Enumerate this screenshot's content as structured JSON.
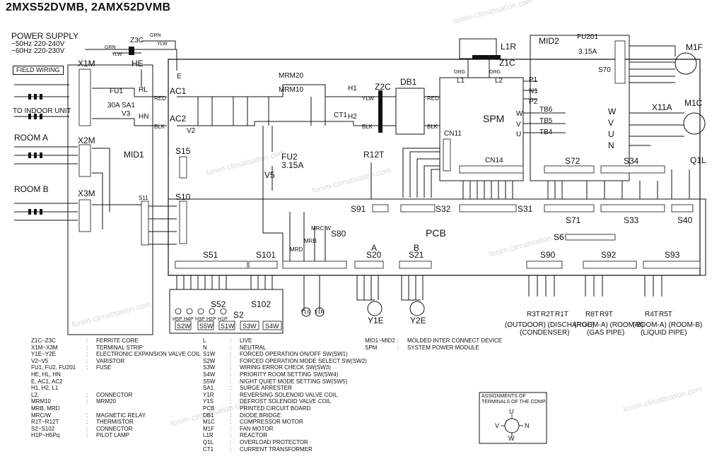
{
  "title": "2MXS52DVMB, 2AMX52DVMB",
  "watermark": "fonim-climatisation.com",
  "labels": {
    "power_supply": "POWER SUPPLY",
    "freq1": "~50Hz 220-240V",
    "freq2": "~60Hz 220-230V",
    "field_wiring": "FIELD WIRING",
    "to_indoor": "TO INDOOR UNIT",
    "room_a": "ROOM A",
    "room_b": "ROOM B",
    "x1m": "X1M",
    "x2m": "X2M",
    "x3m": "X3M",
    "mid1": "MID1",
    "mid2": "MID2",
    "he": "HE",
    "hl": "HL",
    "hn": "HN",
    "fu1": "FU1",
    "fu1_val": "30A",
    "sa1": "SA1",
    "v3": "V3",
    "e": "E",
    "ac1": "AC1",
    "ac2": "AC2",
    "v2": "V2",
    "red": "RED",
    "blk": "BLK",
    "z3c": "Z3C",
    "grn": "GRN",
    "ylw": "YLW",
    "mrm20": "MRM20",
    "mrm10": "MRM10",
    "h1": "H1",
    "h2": "H2",
    "ct1": "CT1",
    "z2c": "Z2C",
    "db1": "DB1",
    "l1r": "L1R",
    "z1c": "Z1C",
    "l1": "L1",
    "l2": "L2",
    "org": "ORG",
    "spm": "SPM",
    "cn11": "CN11",
    "cn14": "CN14",
    "fu201": "FU201",
    "fu201_val": "3.15A",
    "fu2": "FU2",
    "fu2_val": "3.15A",
    "s15": "S15",
    "s10": "S10",
    "s11": "S11",
    "v5": "V5",
    "r12t": "R12T",
    "s91": "S91",
    "s32": "S32",
    "s31": "S31",
    "s72": "S72",
    "s34": "S34",
    "s71": "S71",
    "s33": "S33",
    "s40": "S40",
    "s6": "S6",
    "s70": "S70",
    "s80": "S80",
    "pcb": "PCB",
    "s51": "S51",
    "s101": "S101",
    "s20": "S20",
    "s21": "S21",
    "s90": "S90",
    "s92": "S92",
    "s93": "S93",
    "s52": "S52",
    "s2": "S2",
    "s102": "S102",
    "m1f": "M1F",
    "m1c": "M1C",
    "x11a": "X11A",
    "q1l": "Q1L",
    "y1e": "Y1E",
    "y2e": "Y2E",
    "y1s": "Y1S",
    "y1r": "Y1R",
    "mrb": "MRB",
    "mrd": "MRD",
    "mrc_w": "MRC W",
    "a": "A",
    "b": "B",
    "p1": "P1",
    "n1": "N1",
    "p2": "P2",
    "tb6": "TB6",
    "tb5": "TB5",
    "tb4": "TB4",
    "w": "W",
    "v": "V",
    "u": "U",
    "n": "N",
    "r3t": "R3T",
    "r2t": "R2T",
    "r1t": "R1T",
    "r8t": "R8T",
    "r9t": "R9T",
    "r4t": "R4T",
    "r5t": "R5T",
    "outdoor": "(OUTDOOR) (DISCHARGE)",
    "condenser": "(CONDENSER)",
    "room_a_b1": "(ROOM-A) (ROOM-B)",
    "gas_pipe": "(GAS PIPE)",
    "room_a_b2": "(ROOM-A) (ROOM-B)",
    "liquid_pipe": "(LIQUID PIPE)",
    "h_leds": [
      "H5P",
      "H4P",
      "H3P",
      "H2P",
      "H1P"
    ],
    "sw_labels": [
      "S2W",
      "S5W",
      "S1W",
      "S3W",
      "S4W"
    ],
    "comp_title1": "ASSIGNMENTS OF",
    "comp_title2": "TERMINALS OF THE COMP.",
    "comp_u": "U",
    "comp_v": "V",
    "comp_w": "W"
  },
  "legend_col1": [
    [
      "Z1C~Z3C",
      "FERRITE CORE"
    ],
    [
      "X1M~X3M",
      "TERMINAL STRIP"
    ],
    [
      "Y1E~Y2E",
      "ELECTRONIC EXPANSION VALVE COIL"
    ],
    [
      "V2~V5",
      "VARISTOR"
    ],
    [
      "FU1, FU2, FU201",
      "FUSE"
    ],
    [
      "HE, HL, HN",
      ""
    ],
    [
      "E, AC1, AC2",
      ""
    ],
    [
      "H1, H2, L1",
      ""
    ],
    [
      "L2,",
      "CONNECTOR"
    ],
    [
      "MRM10",
      "MRM20"
    ],
    [
      "MRB, MRD",
      ""
    ],
    [
      "MRC/W",
      "MAGNETIC RELAY"
    ],
    [
      "R1T~R12T",
      "THERMISTOR"
    ],
    [
      "S2~S102",
      "CONNECTOR"
    ],
    [
      "H1P~H5Pq",
      "PILOT LAMP"
    ]
  ],
  "legend_col2": [
    [
      "L",
      "LIVE"
    ],
    [
      "N",
      "NEUTRAL"
    ],
    [
      "S1W",
      "FORCED OPERATION ON/OFF SW(SW1)"
    ],
    [
      "S2W",
      "FORCED OPERATION MODE SELECT SW(SW2)"
    ],
    [
      "S3W",
      "WIRING ERROR CHECK SW(SW3)"
    ],
    [
      "S4W",
      "PRIORITY ROOM SETTING SW(SW4)"
    ],
    [
      "S5W",
      "NIGHT QUIET MODE SETTING SW(SW5)"
    ],
    [
      "SA1",
      "SURGE ARRESTER"
    ],
    [
      "Y1R",
      "REVERSING SOLENOID VALVE COIL"
    ],
    [
      "Y1S",
      "DEFROST SOLENOID VALVE COIL"
    ],
    [
      "PCB",
      "PRINTED CIRCUIT BOARD"
    ],
    [
      "DB1",
      "DIODE BRIDGE"
    ],
    [
      "M1C",
      "COMPRESSOR MOTOR"
    ],
    [
      "M1F",
      "FAN MOTOR"
    ],
    [
      "L1R",
      "REACTOR"
    ],
    [
      "Q1L",
      "OVERLOAD PROTECTOR"
    ],
    [
      "CT1",
      "CURRENT TRANSFORMER"
    ]
  ],
  "legend_col3": [
    [
      "MID1~MID2",
      "MOLDED INTER CONNECT DEVICE"
    ],
    [
      "SPM",
      "SYSTEM POWER MODULE"
    ]
  ]
}
